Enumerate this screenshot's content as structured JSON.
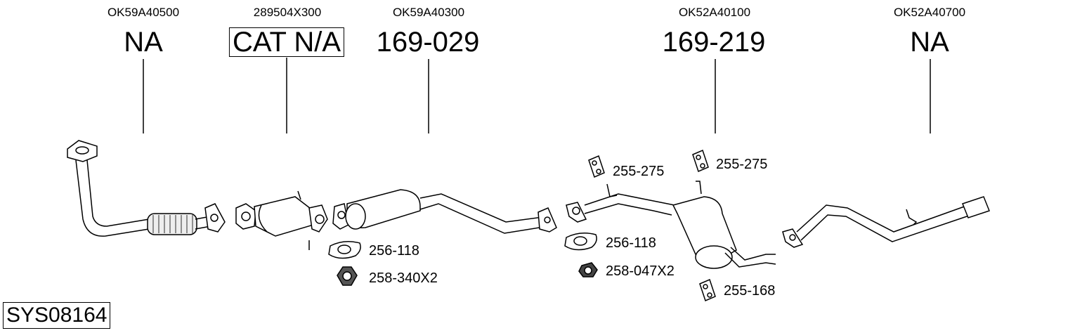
{
  "system_code": "SYS08164",
  "sections": [
    {
      "oem": "OK59A40500",
      "part": "NA",
      "boxed": false
    },
    {
      "oem": "289504X300",
      "part": "CAT N/A",
      "boxed": true
    },
    {
      "oem": "OK59A40300",
      "part": "169-029",
      "boxed": false
    },
    {
      "oem": "OK52A40100",
      "part": "169-219",
      "boxed": false
    },
    {
      "oem": "OK52A40700",
      "part": "NA",
      "boxed": false
    }
  ],
  "accessories": [
    {
      "label": "256-118",
      "icon": "gasket-icon"
    },
    {
      "label": "258-340X2",
      "icon": "nut-icon"
    },
    {
      "label": "255-275",
      "icon": "rubber-hanger-icon"
    },
    {
      "label": "255-275",
      "icon": "rubber-hanger-icon"
    },
    {
      "label": "256-118",
      "icon": "gasket-icon"
    },
    {
      "label": "258-047X2",
      "icon": "flange-nut-icon"
    },
    {
      "label": "255-168",
      "icon": "rubber-hanger-icon"
    }
  ]
}
